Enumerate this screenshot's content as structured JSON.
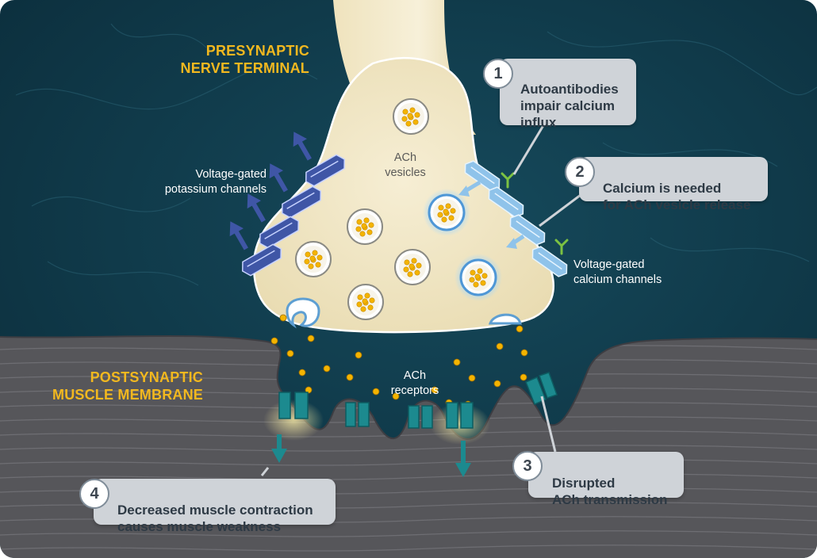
{
  "regions": {
    "presynaptic": "PRESYNAPTIC\nNERVE TERMINAL",
    "postsynaptic": "POSTSYNAPTIC\nMUSCLE MEMBRANE"
  },
  "labels": {
    "ach_vesicles": "ACh\nvesicles",
    "potassium_channels": "Voltage-gated\npotassium channels",
    "calcium_channels": "Voltage-gated\ncalcium channels",
    "ach_receptors": "ACh\nreceptors"
  },
  "steps": [
    {
      "number": "1",
      "text": "Autoantibodies\nimpair calcium\ninflux"
    },
    {
      "number": "2",
      "text": "Calcium is needed\nfor ACh vesicle release"
    },
    {
      "number": "3",
      "text": "Disrupted\nACh transmission"
    },
    {
      "number": "4",
      "text": "Decreased muscle contraction\ncauses muscle weakness"
    }
  ],
  "colors": {
    "background": "#123f50",
    "terminal_fill": "#f1e6c4",
    "muscle": "#59595d",
    "label_gold": "#f2b81f",
    "callout_fill": "#cfd3d8",
    "potassium_channel": "#3f56a6",
    "calcium_channel": "#8fc3ea",
    "receptor": "#1c8a8f",
    "acetylcholine": "#f4b400",
    "antibody": "#7cc242"
  }
}
